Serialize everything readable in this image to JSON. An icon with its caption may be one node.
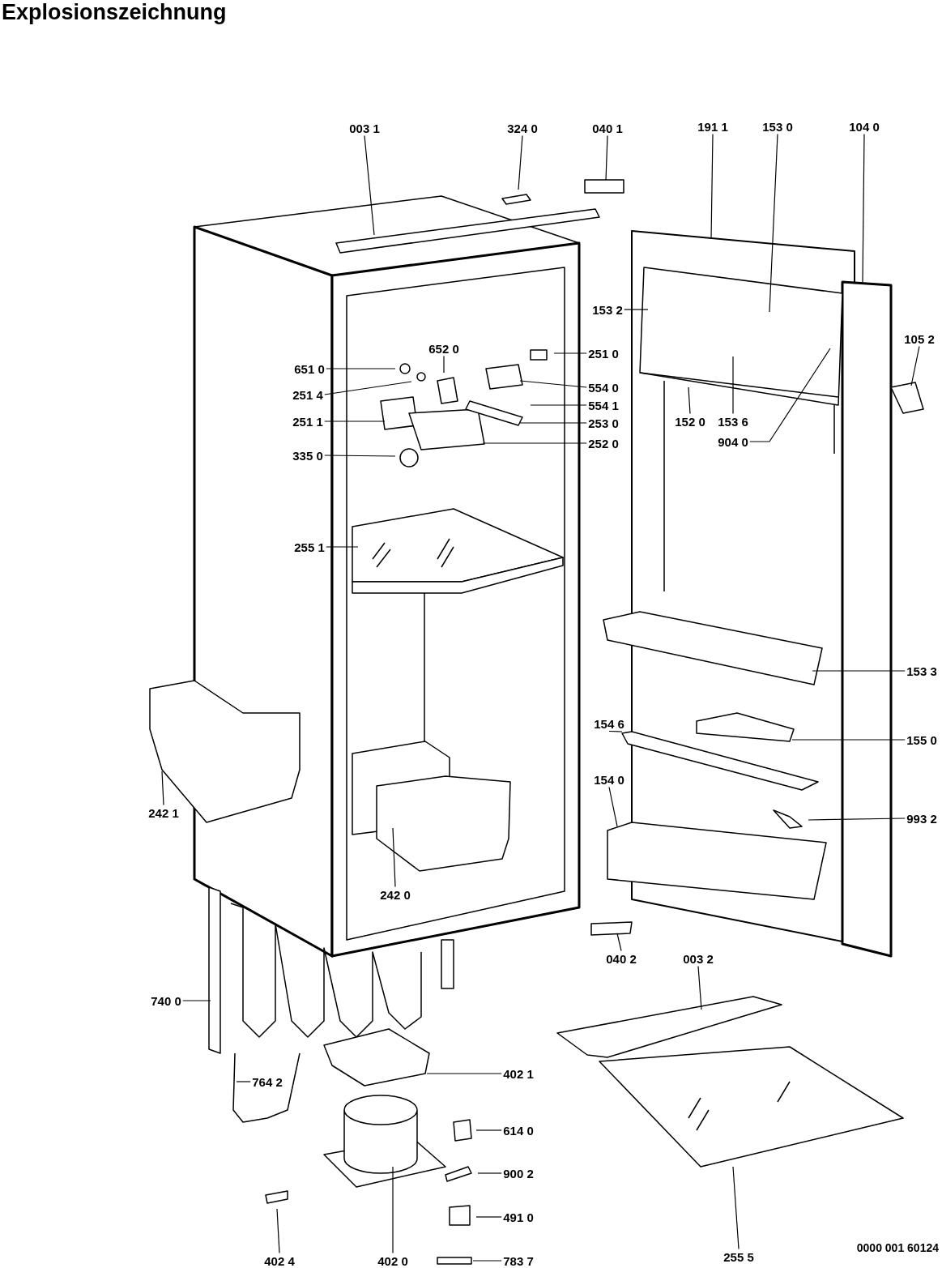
{
  "diagram": {
    "title": "Explosionszeichnung",
    "nodes": [
      {
        "text": [
          "003 1"
        ]
      },
      {
        "text": [
          "324 0"
        ]
      },
      {
        "text": [
          "040 1"
        ]
      },
      {
        "text": [
          "191 1"
        ]
      },
      {
        "text": [
          "153 0"
        ]
      },
      {
        "text": [
          "104 0"
        ]
      },
      {
        "text": [
          "153 2"
        ]
      },
      {
        "text": [
          "105 2"
        ]
      },
      {
        "text": [
          "652 0"
        ]
      },
      {
        "text": [
          "251 0"
        ]
      },
      {
        "text": [
          "651 0"
        ]
      },
      {
        "text": [
          "554 0"
        ]
      },
      {
        "text": [
          "251 4"
        ]
      },
      {
        "text": [
          "554 1"
        ]
      },
      {
        "text": [
          "251 1"
        ]
      },
      {
        "text": [
          "253 0"
        ]
      },
      {
        "text": [
          "152 0"
        ]
      },
      {
        "text": [
          "153 6"
        ]
      },
      {
        "text": [
          "252 0"
        ]
      },
      {
        "text": [
          "904 0"
        ]
      },
      {
        "text": [
          "335 0"
        ]
      },
      {
        "text": [
          "255 1"
        ]
      },
      {
        "text": [
          "153 3"
        ]
      },
      {
        "text": [
          "154 6"
        ]
      },
      {
        "text": [
          "155 0"
        ]
      },
      {
        "text": [
          "154 0"
        ]
      },
      {
        "text": [
          "242 1"
        ]
      },
      {
        "text": [
          "993 2"
        ]
      },
      {
        "text": [
          "242 0"
        ]
      },
      {
        "text": [
          "040 2"
        ]
      },
      {
        "text": [
          "003 2"
        ]
      },
      {
        "text": [
          "740 0"
        ]
      },
      {
        "text": [
          "764 2"
        ]
      },
      {
        "text": [
          "402 1"
        ]
      },
      {
        "text": [
          "614 0"
        ]
      },
      {
        "text": [
          "900 2"
        ]
      },
      {
        "text": [
          "491 0"
        ]
      },
      {
        "text": [
          "255 5"
        ]
      },
      {
        "text": [
          "402 4"
        ]
      },
      {
        "text": [
          "402 0"
        ]
      },
      {
        "text": [
          "783 7"
        ]
      }
    ],
    "edges": [
      {
        "from": 0,
        "to": null,
        "arrow": "none"
      },
      {
        "from": 1,
        "to": null,
        "arrow": "none"
      },
      {
        "from": 2,
        "to": null,
        "arrow": "none"
      },
      {
        "from": 3,
        "to": null,
        "arrow": "none"
      },
      {
        "from": 4,
        "to": null,
        "arrow": "none"
      },
      {
        "from": 5,
        "to": null,
        "arrow": "none"
      },
      {
        "from": 6,
        "to": null,
        "arrow": "none"
      },
      {
        "from": 7,
        "to": null,
        "arrow": "none"
      },
      {
        "from": 8,
        "to": null,
        "arrow": "none"
      },
      {
        "from": 9,
        "to": null,
        "arrow": "none"
      },
      {
        "from": 10,
        "to": null,
        "arrow": "none"
      },
      {
        "from": 11,
        "to": null,
        "arrow": "none"
      },
      {
        "from": 12,
        "to": null,
        "arrow": "none"
      },
      {
        "from": 13,
        "to": null,
        "arrow": "none"
      },
      {
        "from": 14,
        "to": null,
        "arrow": "none"
      },
      {
        "from": 15,
        "to": null,
        "arrow": "none"
      },
      {
        "from": 16,
        "to": null,
        "arrow": "none"
      },
      {
        "from": 17,
        "to": null,
        "arrow": "none"
      },
      {
        "from": 18,
        "to": null,
        "arrow": "none"
      },
      {
        "from": 19,
        "to": null,
        "arrow": "none"
      },
      {
        "from": 20,
        "to": null,
        "arrow": "none"
      },
      {
        "from": 21,
        "to": null,
        "arrow": "none"
      },
      {
        "from": 22,
        "to": null,
        "arrow": "none"
      },
      {
        "from": 23,
        "to": null,
        "arrow": "none"
      },
      {
        "from": 24,
        "to": null,
        "arrow": "none"
      },
      {
        "from": 25,
        "to": null,
        "arrow": "none"
      },
      {
        "from": 26,
        "to": null,
        "arrow": "none"
      },
      {
        "from": 27,
        "to": null,
        "arrow": "none"
      },
      {
        "from": 28,
        "to": null,
        "arrow": "none"
      },
      {
        "from": 29,
        "to": null,
        "arrow": "none"
      },
      {
        "from": 30,
        "to": null,
        "arrow": "none"
      },
      {
        "from": 31,
        "to": null,
        "arrow": "none"
      },
      {
        "from": 32,
        "to": null,
        "arrow": "none"
      },
      {
        "from": 33,
        "to": null,
        "arrow": "none"
      },
      {
        "from": 34,
        "to": null,
        "arrow": "none"
      },
      {
        "from": 35,
        "to": null,
        "arrow": "none"
      },
      {
        "from": 36,
        "to": null,
        "arrow": "none"
      },
      {
        "from": 37,
        "to": null,
        "arrow": "none"
      },
      {
        "from": 38,
        "to": null,
        "arrow": "none"
      },
      {
        "from": 39,
        "to": null,
        "arrow": "none"
      },
      {
        "from": 40,
        "to": null,
        "arrow": "none"
      }
    ],
    "labels": [
      "0000 001 60124"
    ]
  }
}
